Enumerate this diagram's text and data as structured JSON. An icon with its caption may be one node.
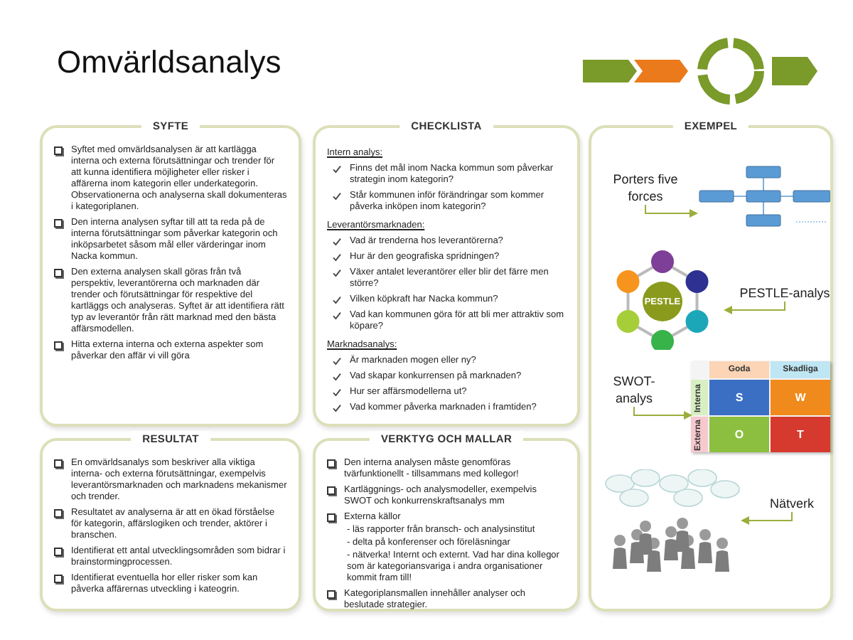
{
  "diagram": {
    "title": "Omvärldsanalys",
    "nodes": [
      {
        "text": [
          "SYFTE",
          "Syftet med omvärldsanalysen är att kartlägga interna och externa förutsättningar och trender för att kunna identifiera möjligheter eller risker i affärerna inom kategorin eller underkategorin. Observationerna och analyserna skall dokumenteras i kategoriplanen.",
          "Den interna analysen syftar till att ta reda på de interna förutsättningar som påverkar kategorin och inköpsarbetet såsom mål eller värderingar inom Nacka kommun.",
          "Den externa analysen skall göras från två perspektiv, leverantörerna och marknaden där trender och förutsättningar för respektive del kartläggs och analyseras. Syftet är att identifiera rätt typ av leverantör från rätt marknad med den bästa affärsmodellen.",
          "Hitta externa interna och externa aspekter som påverkar den affär vi vill göra"
        ]
      },
      {
        "text": [
          "RESULTAT",
          "En omvärldsanalys som beskriver alla viktiga interna- och externa förutsättningar, exempelvis leverantörsmarknaden och marknadens mekanismer och trender.",
          "Resultatet av analyserna är att en ökad förståelse för kategorin, affärslogiken och trender, aktörer i branschen.",
          "Identifierat ett antal utvecklingsområden som bidrar i brainstormingprocessen.",
          "Identifierat eventuella hor eller risker som kan påverka affärernas utveckling i kateogrin."
        ]
      },
      {
        "text": [
          "CHECKLISTA",
          "Intern analys:",
          "Finns det mål inom Nacka kommun som påverkar strategin inom kategorin?",
          "Står kommunen inför förändringar som kommer påverka inköpen inom kategorin?",
          "Leverantörsmarknaden:",
          "Vad är trenderna hos leverantörerna?",
          "Hur är den geografiska spridningen?",
          "Växer antalet leverantörer eller blir det färre men större?",
          "Vilken köpkraft har Nacka kommun?",
          "Vad kan kommunen göra för att bli mer attraktiv som köpare?",
          "Marknadsanalys:",
          "Är marknaden mogen eller ny?",
          "Vad skapar konkurrensen på marknaden?",
          "Hur ser affärsmodellerna ut?",
          "Vad kommer påverka marknaden i framtiden?"
        ]
      },
      {
        "text": [
          "VERKTYG OCH MALLAR",
          "Den interna analysen måste genomföras tvärfunktionellt - tillsammans med kollegor!",
          "Kartläggnings- och analysmodeller, exempelvis SWOT och konkurrenskraftsanalys mm",
          "Externa källor",
          "- läs rapporter från bransch- och analysinstitut",
          "- delta på konferenser och föreläsningar",
          "- nätverka! Internt och externt. Vad har dina kollegor som är kategoriansvariga i andra organisationer kommit fram till!",
          "Kategoriplansmallen innehåller analyser och beslutade strategier."
        ]
      },
      {
        "text": [
          "EXEMPEL"
        ]
      },
      {
        "text": [
          "Porters five forces"
        ],
        "in": 4
      },
      {
        "text": [],
        "shape": "picture",
        "in": 4
      },
      {
        "text": [
          "PESTLE"
        ],
        "in": 4
      },
      {
        "text": [
          "PESTLE-analys"
        ],
        "in": 4
      },
      {
        "text": [
          "SWOT-analys"
        ],
        "in": 4
      },
      {
        "text": [
          "Goda",
          "Skadliga",
          "Interna",
          "Externa",
          "S",
          "W",
          "O",
          "T"
        ],
        "in": 4
      },
      {
        "text": [],
        "shape": "picture",
        "in": 4
      },
      {
        "text": [
          "Nätverk"
        ],
        "in": 4
      }
    ],
    "edges": [
      {
        "from": 5,
        "to": 6,
        "arrow": "to"
      },
      {
        "from": 8,
        "to": 7,
        "arrow": "to"
      },
      {
        "from": 9,
        "to": 10,
        "arrow": "to"
      },
      {
        "from": 12,
        "to": 11,
        "arrow": "to"
      }
    ]
  }
}
